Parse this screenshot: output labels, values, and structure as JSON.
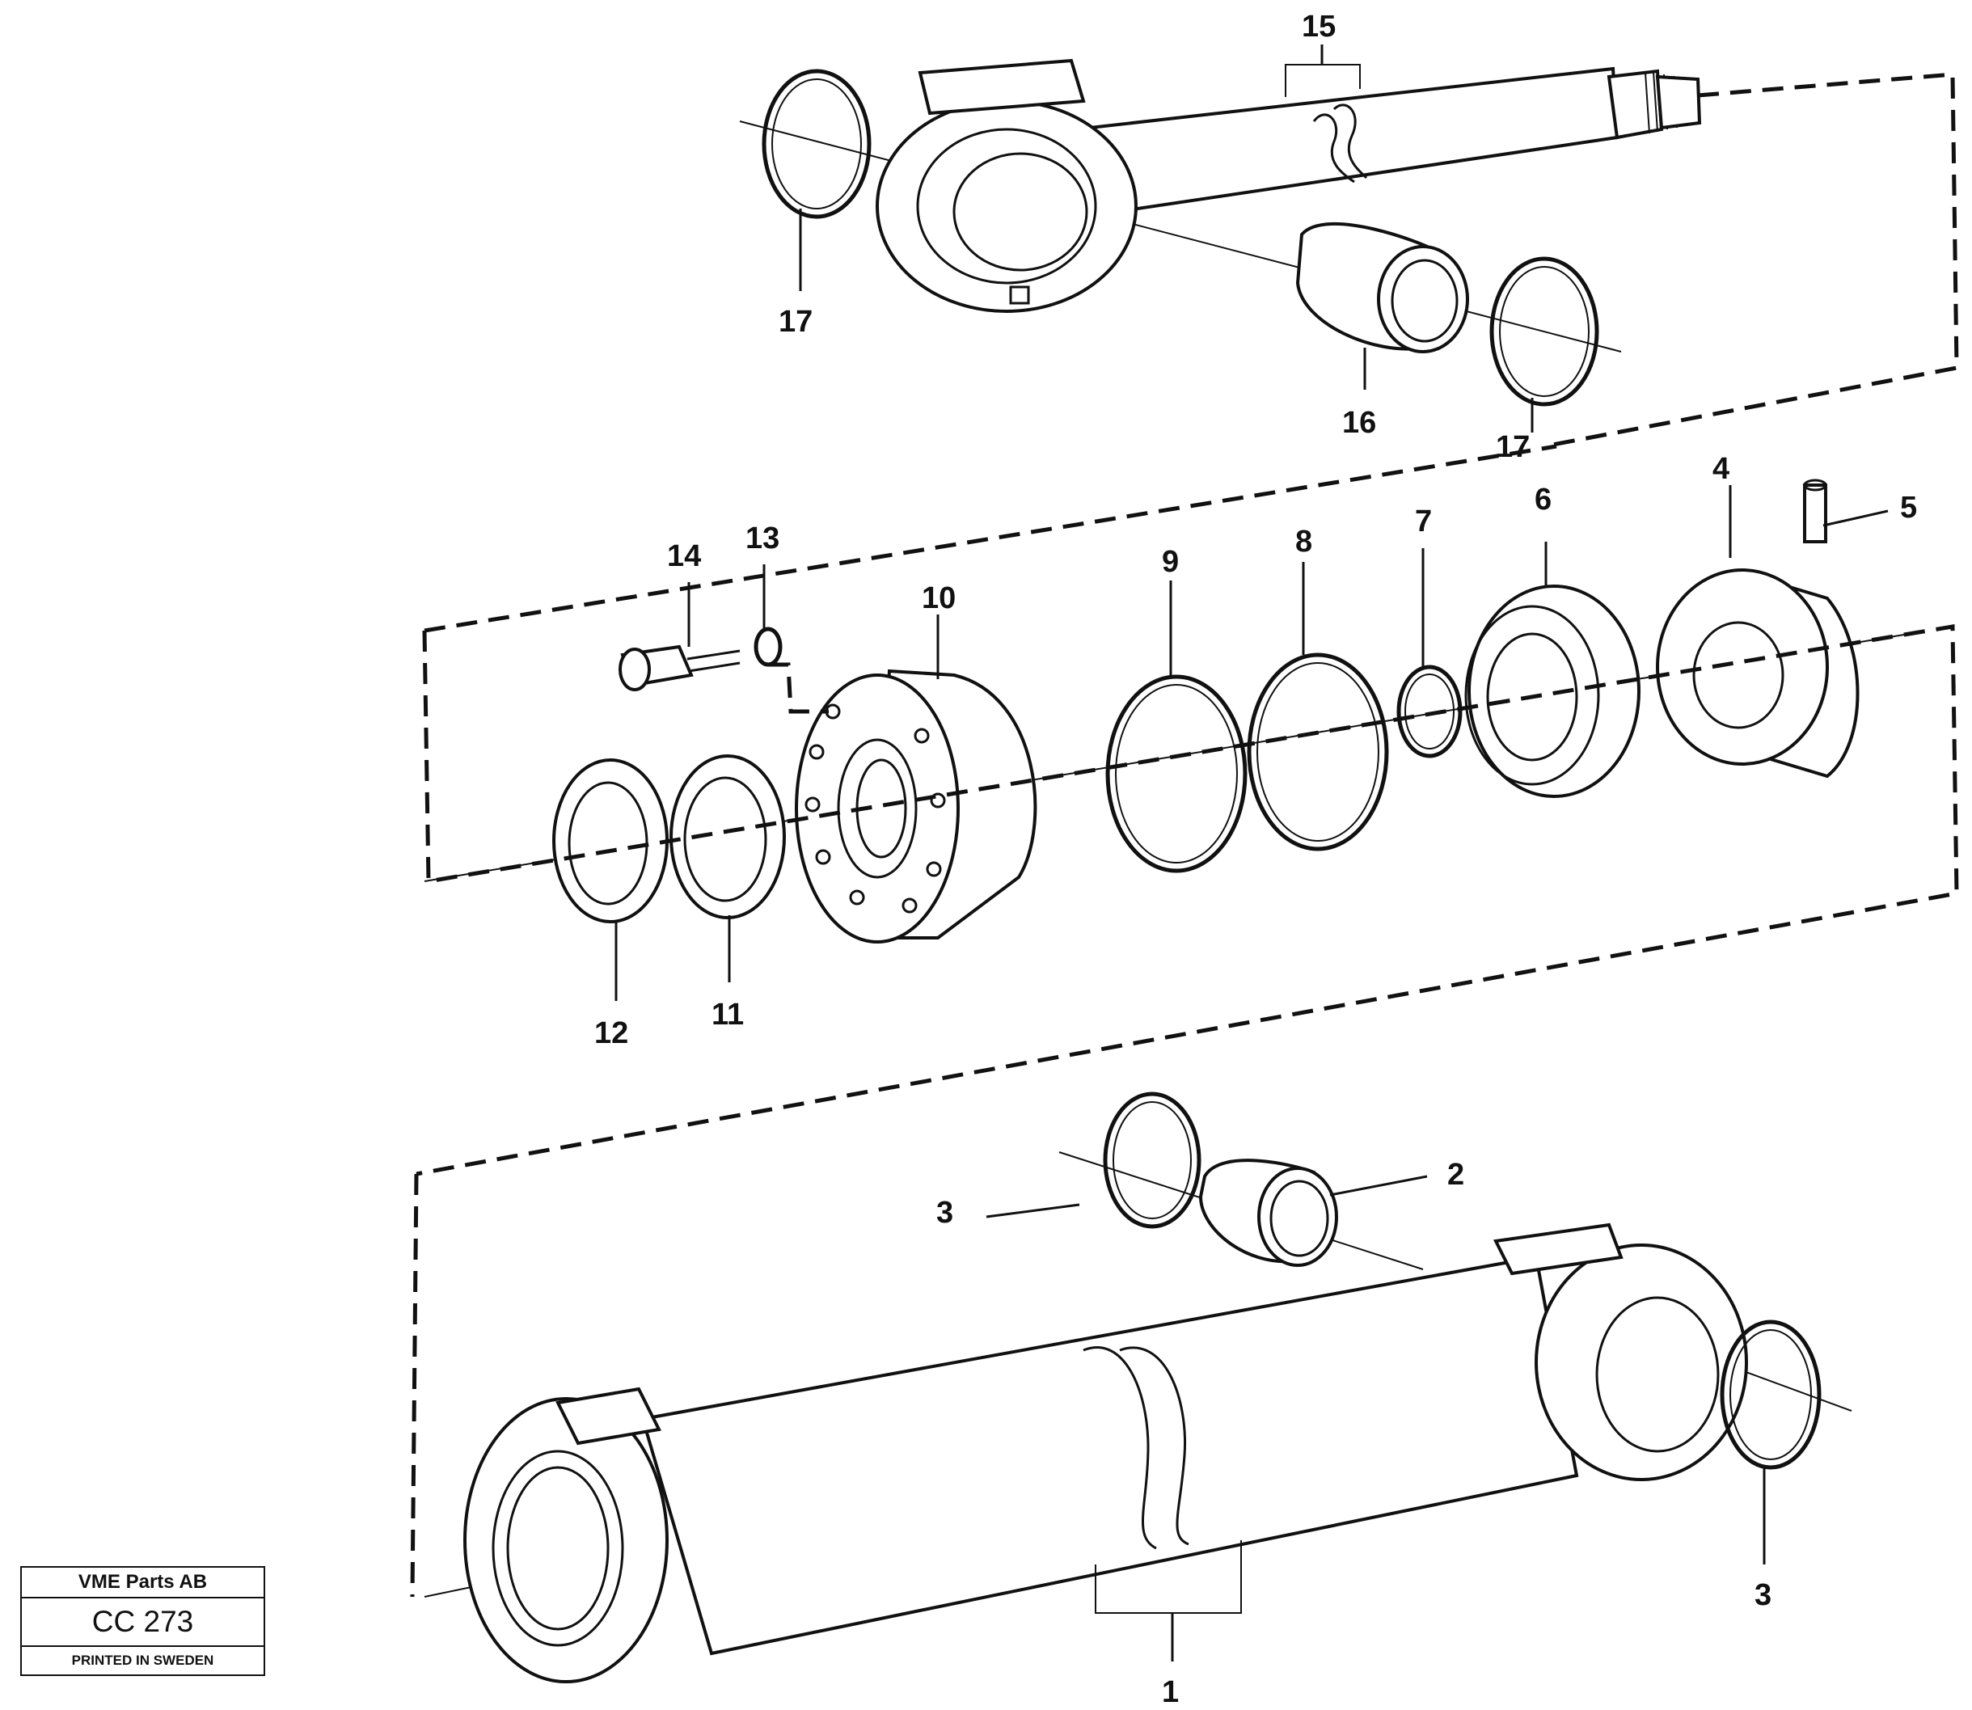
{
  "title_block": {
    "company": "VME Parts AB",
    "drawing_no": "CC 273",
    "printed": "PRINTED IN SWEDEN"
  },
  "callouts": {
    "c1": "1",
    "c2": "2",
    "c3a": "3",
    "c3b": "3",
    "c4": "4",
    "c5": "5",
    "c6": "6",
    "c7": "7",
    "c8": "8",
    "c9": "9",
    "c10": "10",
    "c11": "11",
    "c12": "12",
    "c13": "13",
    "c14": "14",
    "c15": "15",
    "c16": "16",
    "c17a": "17",
    "c17b": "17"
  }
}
